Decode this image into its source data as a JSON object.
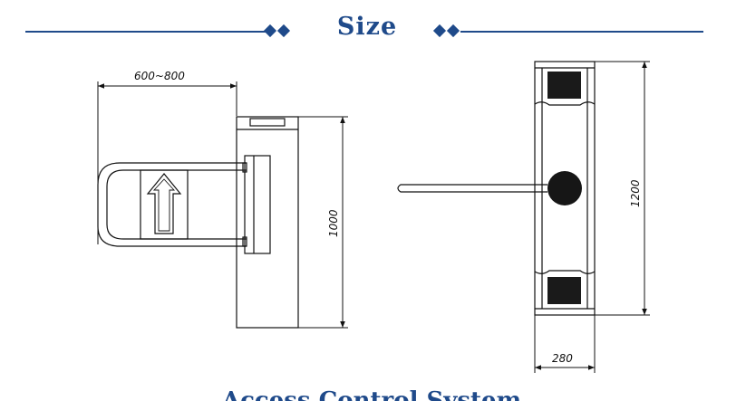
{
  "header": {
    "title": "Size"
  },
  "dimensions": {
    "swing_width": "600~800",
    "height": "1000",
    "tripod_height": "1200",
    "tripod_width": "280"
  },
  "footer": {
    "title": "Access Control System"
  },
  "colors": {
    "accent": "#1f4a8a",
    "line": "#111111"
  },
  "icons": {
    "direction": "up-arrow-icon"
  }
}
